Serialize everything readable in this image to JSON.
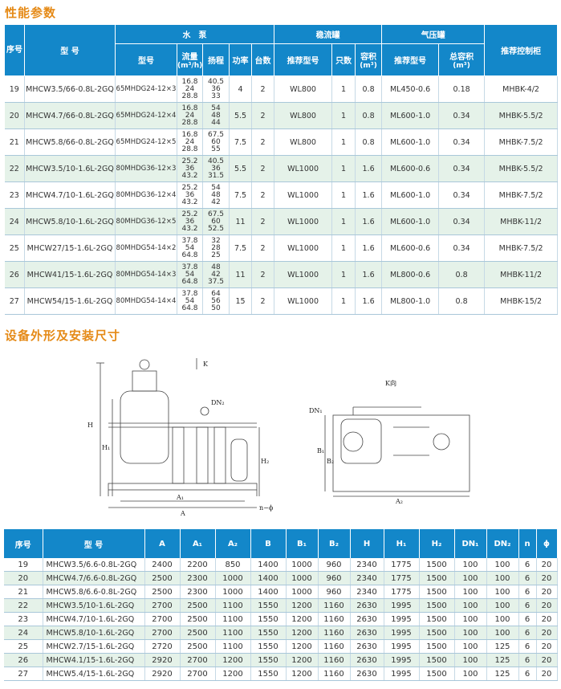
{
  "titles": {
    "perf": "性能参数",
    "dims": "设备外形及安装尺寸"
  },
  "t1": {
    "h_seq": "序号",
    "h_model": "型 号",
    "h_pump": "水　泵",
    "h_stab": "稳流罐",
    "h_press": "气压罐",
    "h_ctrl": "推荐控制柜",
    "h_pump_model": "型号",
    "h_flow": "流量",
    "h_flow_unit": "(m³/h)",
    "h_head": "扬程",
    "h_power": "功率",
    "h_count": "台数",
    "h_stab_model": "推荐型号",
    "h_stab_num": "只数",
    "h_stab_vol": "容积",
    "h_stab_vol_unit": "(m³)",
    "h_press_model": "推荐型号",
    "h_press_vol": "总容积",
    "h_press_vol_unit": "(m³)",
    "rows": [
      {
        "seq": "19",
        "model": "MHCW3.5/66-0.8L-2GQ",
        "pump": "65MHDG24-12×3",
        "flow": [
          "16.8",
          "24",
          "28.8"
        ],
        "head": [
          "40.5",
          "36",
          "33"
        ],
        "power": "4",
        "count": "2",
        "stab": "WL800",
        "num": "1",
        "vol": "0.8",
        "press": "ML450-0.6",
        "pvol": "0.18",
        "ctrl": "MHBK-4/2"
      },
      {
        "seq": "20",
        "model": "MHCW4.7/66-0.8L-2GQ",
        "pump": "65MHDG24-12×4",
        "flow": [
          "16.8",
          "24",
          "28.8"
        ],
        "head": [
          "54",
          "48",
          "44"
        ],
        "power": "5.5",
        "count": "2",
        "stab": "WL800",
        "num": "1",
        "vol": "0.8",
        "press": "ML600-1.0",
        "pvol": "0.34",
        "ctrl": "MHBK-5.5/2"
      },
      {
        "seq": "21",
        "model": "MHCW5.8/66-0.8L-2GQ",
        "pump": "65MHDG24-12×5",
        "flow": [
          "16.8",
          "24",
          "28.8"
        ],
        "head": [
          "67.5",
          "60",
          "55"
        ],
        "power": "7.5",
        "count": "2",
        "stab": "WL800",
        "num": "1",
        "vol": "0.8",
        "press": "ML600-1.0",
        "pvol": "0.34",
        "ctrl": "MHBK-7.5/2"
      },
      {
        "seq": "22",
        "model": "MHCW3.5/10-1.6L-2GQ",
        "pump": "80MHDG36-12×3",
        "flow": [
          "25.2",
          "36",
          "43.2"
        ],
        "head": [
          "40.5",
          "36",
          "31.5"
        ],
        "power": "5.5",
        "count": "2",
        "stab": "WL1000",
        "num": "1",
        "vol": "1.6",
        "press": "ML600-0.6",
        "pvol": "0.34",
        "ctrl": "MHBK-5.5/2"
      },
      {
        "seq": "23",
        "model": "MHCW4.7/10-1.6L-2GQ",
        "pump": "80MHDG36-12×4",
        "flow": [
          "25.2",
          "36",
          "43.2"
        ],
        "head": [
          "54",
          "48",
          "42"
        ],
        "power": "7.5",
        "count": "2",
        "stab": "WL1000",
        "num": "1",
        "vol": "1.6",
        "press": "ML600-1.0",
        "pvol": "0.34",
        "ctrl": "MHBK-7.5/2"
      },
      {
        "seq": "24",
        "model": "MHCW5.8/10-1.6L-2GQ",
        "pump": "80MHDG36-12×5",
        "flow": [
          "25.2",
          "36",
          "43.2"
        ],
        "head": [
          "67.5",
          "60",
          "52.5"
        ],
        "power": "11",
        "count": "2",
        "stab": "WL1000",
        "num": "1",
        "vol": "1.6",
        "press": "ML600-1.0",
        "pvol": "0.34",
        "ctrl": "MHBK-11/2"
      },
      {
        "seq": "25",
        "model": "MHCW27/15-1.6L-2GQ",
        "pump": "80MHDG54-14×2",
        "flow": [
          "37.8",
          "54",
          "64.8"
        ],
        "head": [
          "32",
          "28",
          "25"
        ],
        "power": "7.5",
        "count": "2",
        "stab": "WL1000",
        "num": "1",
        "vol": "1.6",
        "press": "ML600-0.6",
        "pvol": "0.34",
        "ctrl": "MHBK-7.5/2"
      },
      {
        "seq": "26",
        "model": "MHCW41/15-1.6L-2GQ",
        "pump": "80MHDG54-14×3",
        "flow": [
          "37.8",
          "54",
          "64.8"
        ],
        "head": [
          "48",
          "42",
          "37.5"
        ],
        "power": "11",
        "count": "2",
        "stab": "WL1000",
        "num": "1",
        "vol": "1.6",
        "press": "ML800-0.6",
        "pvol": "0.8",
        "ctrl": "MHBK-11/2"
      },
      {
        "seq": "27",
        "model": "MHCW54/15-1.6L-2GQ",
        "pump": "80MHDG54-14×4",
        "flow": [
          "37.8",
          "54",
          "64.8"
        ],
        "head": [
          "64",
          "56",
          "50"
        ],
        "power": "15",
        "count": "2",
        "stab": "WL1000",
        "num": "1",
        "vol": "1.6",
        "press": "ML800-1.0",
        "pvol": "0.8",
        "ctrl": "MHBK-15/2"
      }
    ]
  },
  "drawing": {
    "k_arrow": "K",
    "k_view": "K向",
    "dn1": "DN₁",
    "dn2": "DN₂",
    "a": "A",
    "a1": "A₁",
    "a2": "A₂",
    "b1": "B₁",
    "b2": "B₂",
    "h": "H",
    "h1": "H₁",
    "h2": "H₂",
    "n_phi": "n−ϕ"
  },
  "t2": {
    "headers": [
      "序号",
      "型 号",
      "A",
      "A₁",
      "A₂",
      "B",
      "B₁",
      "B₂",
      "H",
      "H₁",
      "H₂",
      "DN₁",
      "DN₂",
      "n",
      "ϕ"
    ],
    "rows": [
      [
        "19",
        "MHCW3.5/6.6-0.8L-2GQ",
        "2400",
        "2200",
        "850",
        "1400",
        "1000",
        "960",
        "2340",
        "1775",
        "1500",
        "100",
        "100",
        "6",
        "20"
      ],
      [
        "20",
        "MHCW4.7/6.6-0.8L-2GQ",
        "2500",
        "2300",
        "1000",
        "1400",
        "1000",
        "960",
        "2340",
        "1775",
        "1500",
        "100",
        "100",
        "6",
        "20"
      ],
      [
        "21",
        "MHCW5.8/6.6-0.8L-2GQ",
        "2500",
        "2300",
        "1000",
        "1400",
        "1000",
        "960",
        "2340",
        "1775",
        "1500",
        "100",
        "100",
        "6",
        "20"
      ],
      [
        "22",
        "MHCW3.5/10-1.6L-2GQ",
        "2700",
        "2500",
        "1100",
        "1550",
        "1200",
        "1160",
        "2630",
        "1995",
        "1500",
        "100",
        "100",
        "6",
        "20"
      ],
      [
        "23",
        "MHCW4.7/10-1.6L-2GQ",
        "2700",
        "2500",
        "1100",
        "1550",
        "1200",
        "1160",
        "2630",
        "1995",
        "1500",
        "100",
        "100",
        "6",
        "20"
      ],
      [
        "24",
        "MHCW5.8/10-1.6L-2GQ",
        "2700",
        "2500",
        "1100",
        "1550",
        "1200",
        "1160",
        "2630",
        "1995",
        "1500",
        "100",
        "100",
        "6",
        "20"
      ],
      [
        "25",
        "MHCW2.7/15-1.6L-2GQ",
        "2720",
        "2500",
        "1100",
        "1550",
        "1200",
        "1160",
        "2630",
        "1995",
        "1500",
        "100",
        "125",
        "6",
        "20"
      ],
      [
        "26",
        "MHCW4.1/15-1.6L-2GQ",
        "2920",
        "2700",
        "1200",
        "1550",
        "1200",
        "1160",
        "2630",
        "1995",
        "1500",
        "100",
        "125",
        "6",
        "20"
      ],
      [
        "27",
        "MHCW5.4/15-1.6L-2GQ",
        "2920",
        "2700",
        "1200",
        "1550",
        "1200",
        "1160",
        "2630",
        "1995",
        "1500",
        "100",
        "125",
        "6",
        "20"
      ]
    ]
  }
}
